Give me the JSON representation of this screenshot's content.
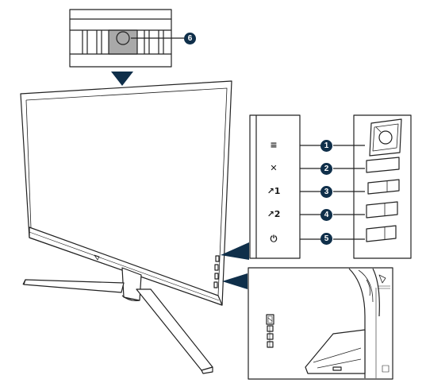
{
  "buttons": [
    {
      "number": "1",
      "icon": "menu-icon",
      "glyph": "≡"
    },
    {
      "number": "2",
      "icon": "close-icon",
      "glyph": "✕"
    },
    {
      "number": "3",
      "icon": "shortcut-1-icon",
      "glyph": "↗1"
    },
    {
      "number": "4",
      "icon": "shortcut-2-icon",
      "glyph": "↗2"
    },
    {
      "number": "5",
      "icon": "power-icon",
      "glyph": "⏻"
    }
  ],
  "top_callout": {
    "number": "6",
    "icon": "proximity-sensor-icon"
  },
  "colors": {
    "line": "#222222",
    "callout_fill": "#0f2f4a",
    "sensor_fill": "#a9a9a9",
    "screen_fill": "#ffffff"
  }
}
